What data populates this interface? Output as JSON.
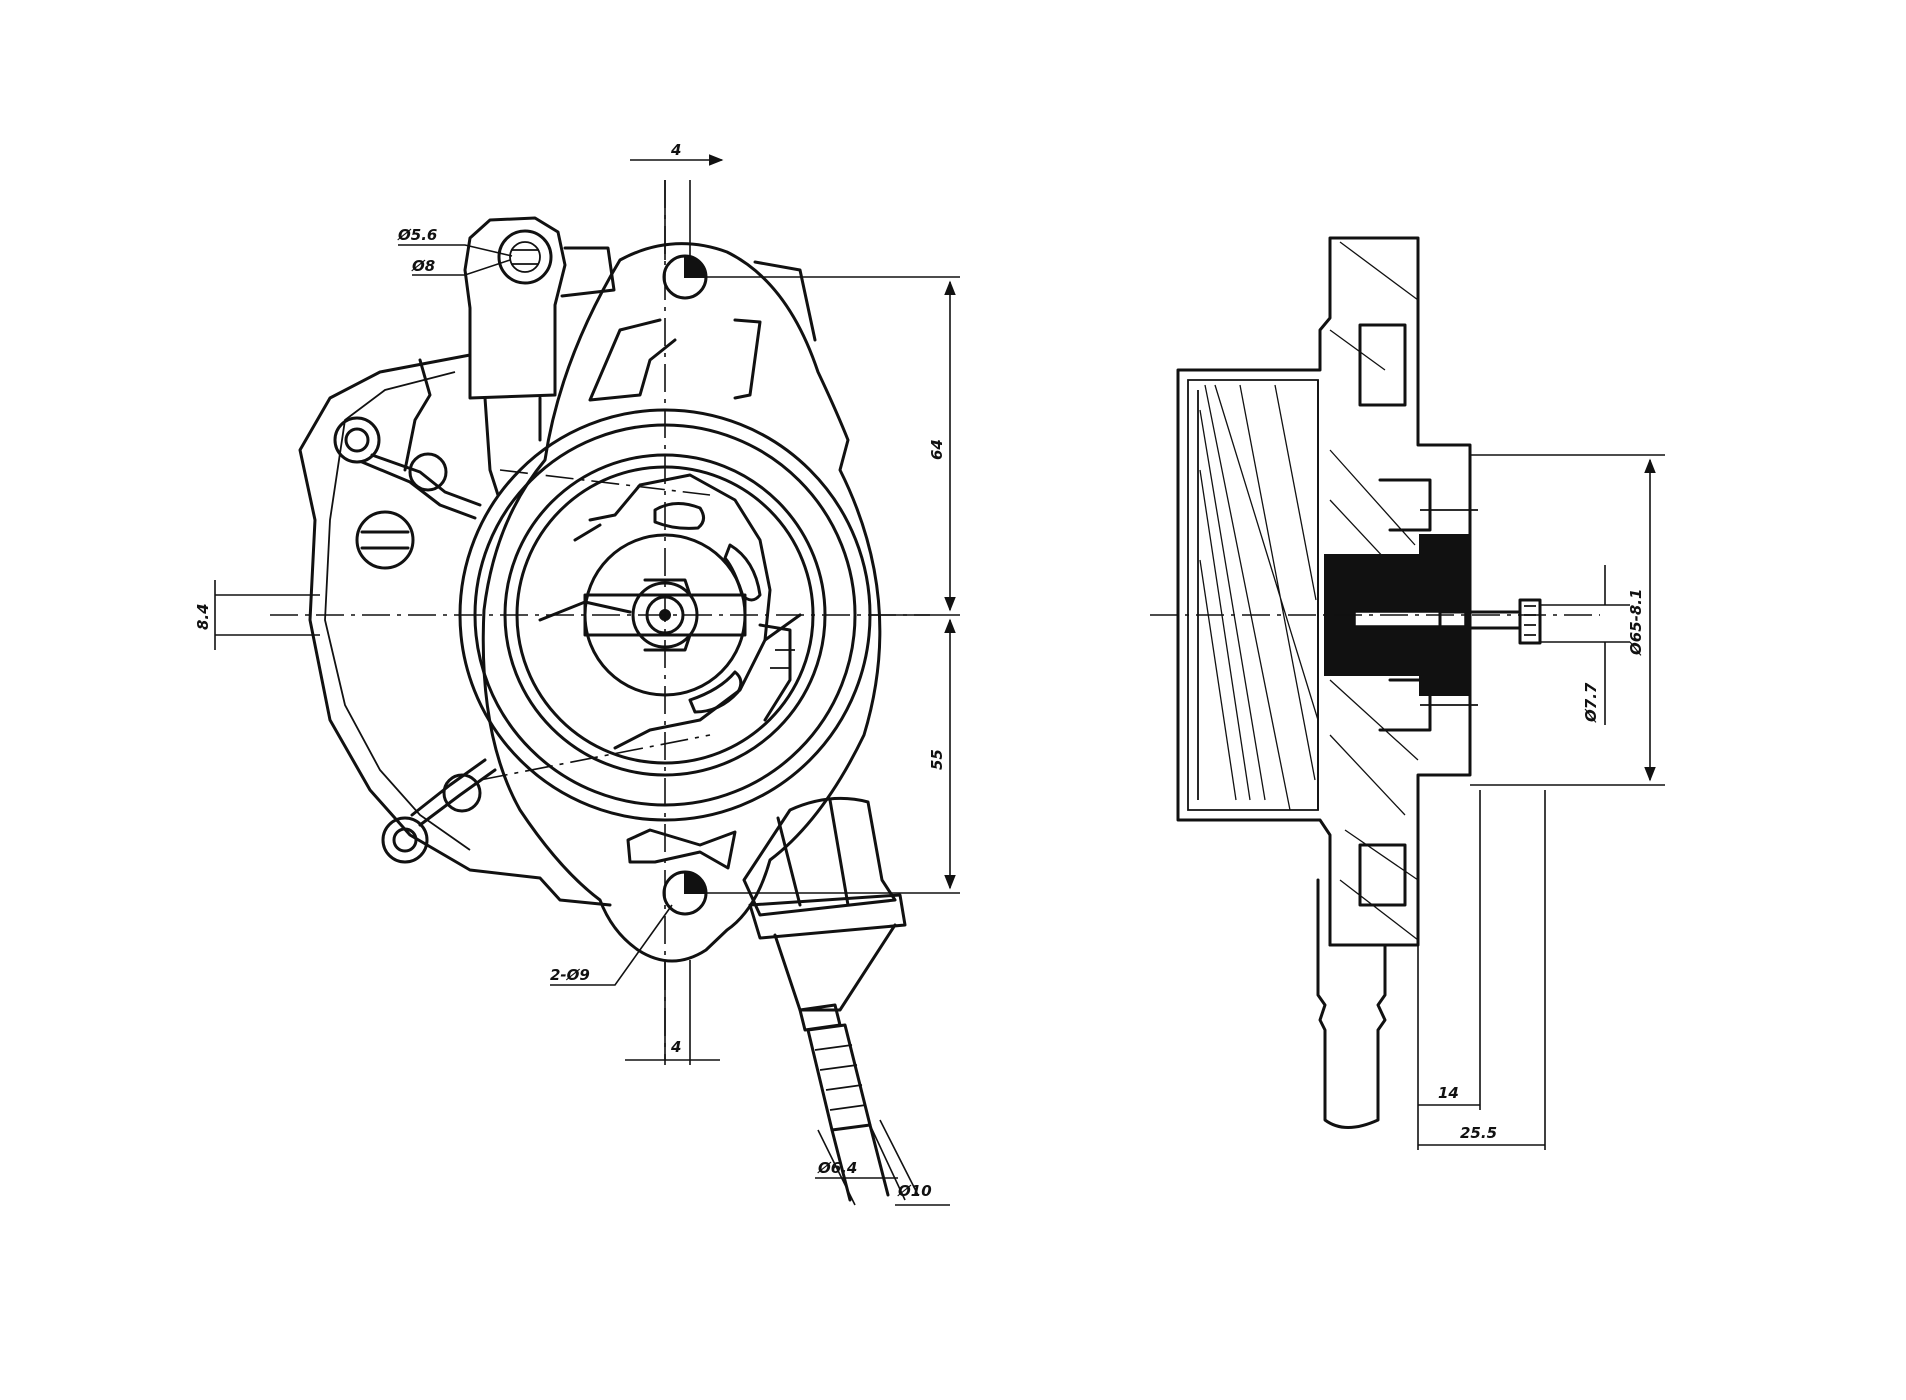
{
  "front_view": {
    "dims": {
      "top_offset": "4",
      "bottom_offset": "4",
      "upper_height": "64",
      "lower_height": "55",
      "left_offset": "8.4",
      "valve_outer": "Ø5.6",
      "valve_inner": "Ø8",
      "mount_holes": "2-Ø9",
      "hose_inner": "Ø6.4",
      "hose_outer": "Ø10"
    }
  },
  "side_view": {
    "dims": {
      "shaft_diameter": "Ø7.7",
      "pilot_diameter": "Ø65-8.1",
      "flange_depth": "14",
      "overall_depth": "25.5"
    }
  }
}
